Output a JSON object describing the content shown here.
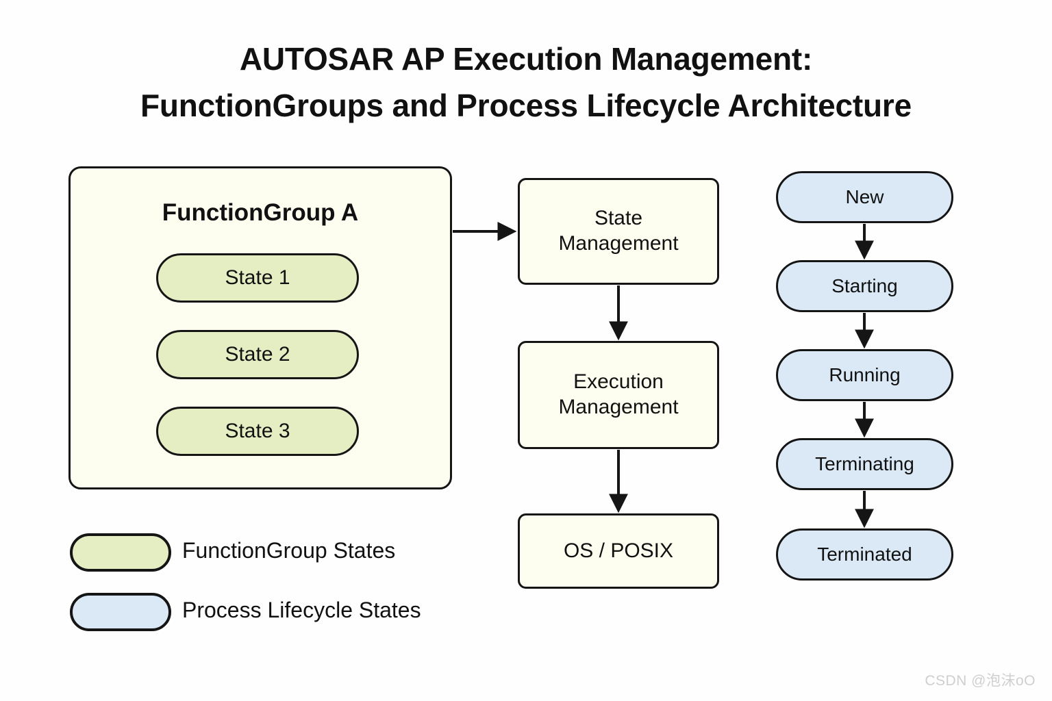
{
  "diagram": {
    "title_line1": "AUTOSAR AP Execution Management:",
    "title_line2": "FunctionGroups and Process Lifecycle Architecture",
    "background_color": "#fefefe",
    "stroke_color": "#151515"
  },
  "function_group": {
    "title": "FunctionGroup A",
    "container_fill": "#fdfdf0",
    "state_fill": "#e5edc3",
    "states": [
      {
        "label": "State 1"
      },
      {
        "label": "State 2"
      },
      {
        "label": "State 3"
      }
    ]
  },
  "stack": {
    "fill": "#fdfdf0",
    "boxes": [
      {
        "label": "State\nManagement",
        "line1": "State",
        "line2": "Management"
      },
      {
        "label": "Execution\nManagement",
        "line1": "Execution",
        "line2": "Management"
      },
      {
        "label": "OS / POSIX",
        "line1": "OS / POSIX",
        "line2": ""
      }
    ]
  },
  "lifecycle": {
    "fill": "#dbe9f6",
    "states": [
      {
        "label": "New"
      },
      {
        "label": "Starting"
      },
      {
        "label": "Running"
      },
      {
        "label": "Terminating"
      },
      {
        "label": "Terminated"
      }
    ]
  },
  "legend": {
    "items": [
      {
        "label": "FunctionGroup States",
        "color": "#e5edc3"
      },
      {
        "label": "Process Lifecycle States",
        "color": "#dbe9f6"
      }
    ]
  },
  "watermark": {
    "text": "CSDN @泡沫oO"
  }
}
